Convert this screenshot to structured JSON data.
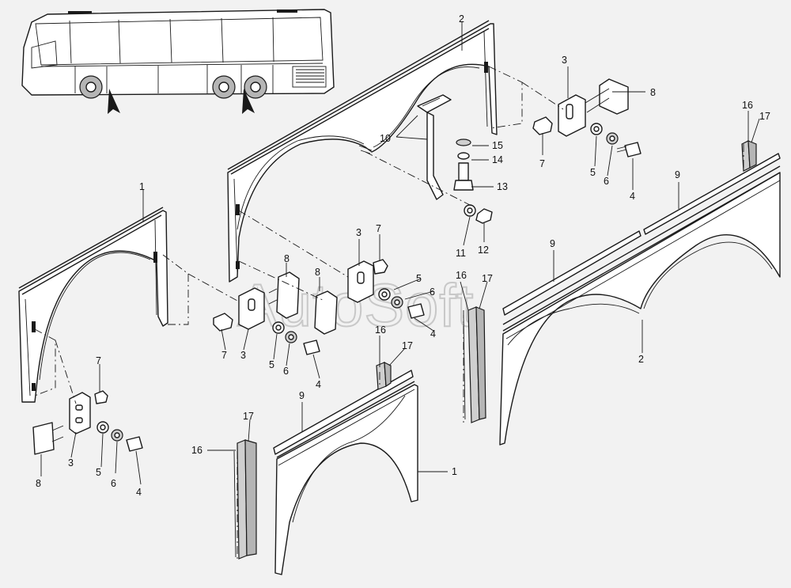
{
  "watermark": "AutoSoft",
  "callouts": {
    "c1a": "1",
    "c1b": "1",
    "c2a": "2",
    "c2b": "2",
    "c3a": "3",
    "c3b": "3",
    "c3c": "3",
    "c3d": "3",
    "c4a": "4",
    "c4b": "4",
    "c4c": "4",
    "c4d": "4",
    "c5a": "5",
    "c5b": "5",
    "c5c": "5",
    "c5d": "5",
    "c6a": "6",
    "c6b": "6",
    "c6c": "6",
    "c6d": "6",
    "c7a": "7",
    "c7b": "7",
    "c7c": "7",
    "c7d": "7",
    "c8a": "8",
    "c8b": "8",
    "c8c": "8",
    "c8d": "8",
    "c9a": "9",
    "c9b": "9",
    "c9c": "9",
    "c10": "10",
    "c11": "11",
    "c12": "12",
    "c13": "13",
    "c14": "14",
    "c15": "15",
    "c16a": "16",
    "c16b": "16",
    "c16c": "16",
    "c16d": "16",
    "c17a": "17",
    "c17b": "17",
    "c17c": "17",
    "c17d": "17"
  }
}
